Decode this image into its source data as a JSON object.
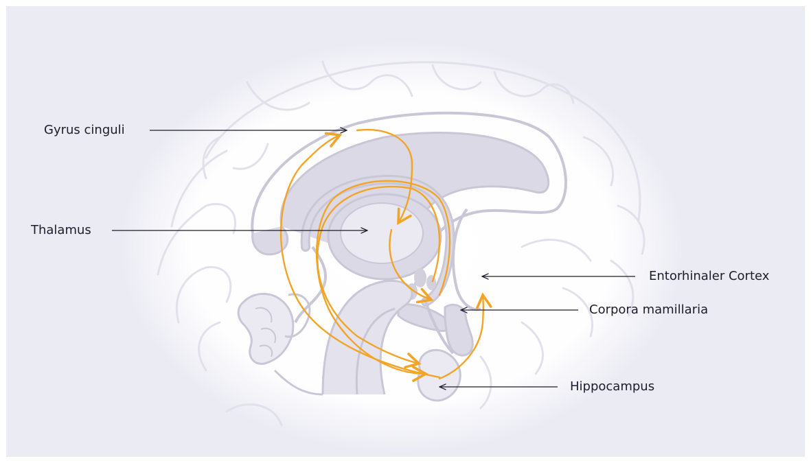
{
  "labels": {
    "gyrus_cinguli": "Gyrus cinguli",
    "thalamus": "Thalamus",
    "entorhinaler_cortex": "Entorhinaler Cortex",
    "corpora_mamillaria": "Corpora mamillaria",
    "hippocampus": "Hippocampus"
  },
  "colors": {
    "background": "#ebebf4",
    "brain_outline": "#c9c6d6",
    "brain_fill": "#dcd9e6",
    "circuit_arrows": "#f2a427",
    "pointer_lines": "#1c1c2a"
  }
}
